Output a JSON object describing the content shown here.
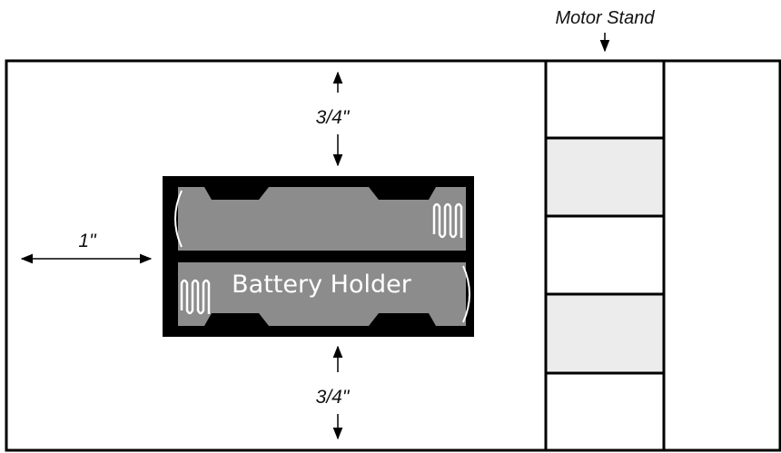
{
  "labels": {
    "motor_stand": "Motor Stand",
    "battery_holder": "Battery Holder",
    "top_gap": "3/4\"",
    "bottom_gap": "3/4\"",
    "side_gap": "1\""
  },
  "colors": {
    "board_outline": "#000000",
    "battery_frame": "#000000",
    "battery_cell": "#8c8c8c",
    "stand_shaded": "#ececec",
    "stand_plain": "#ffffff"
  },
  "icons": {
    "arrow": "arrow-icon",
    "spring": "spring-icon"
  }
}
